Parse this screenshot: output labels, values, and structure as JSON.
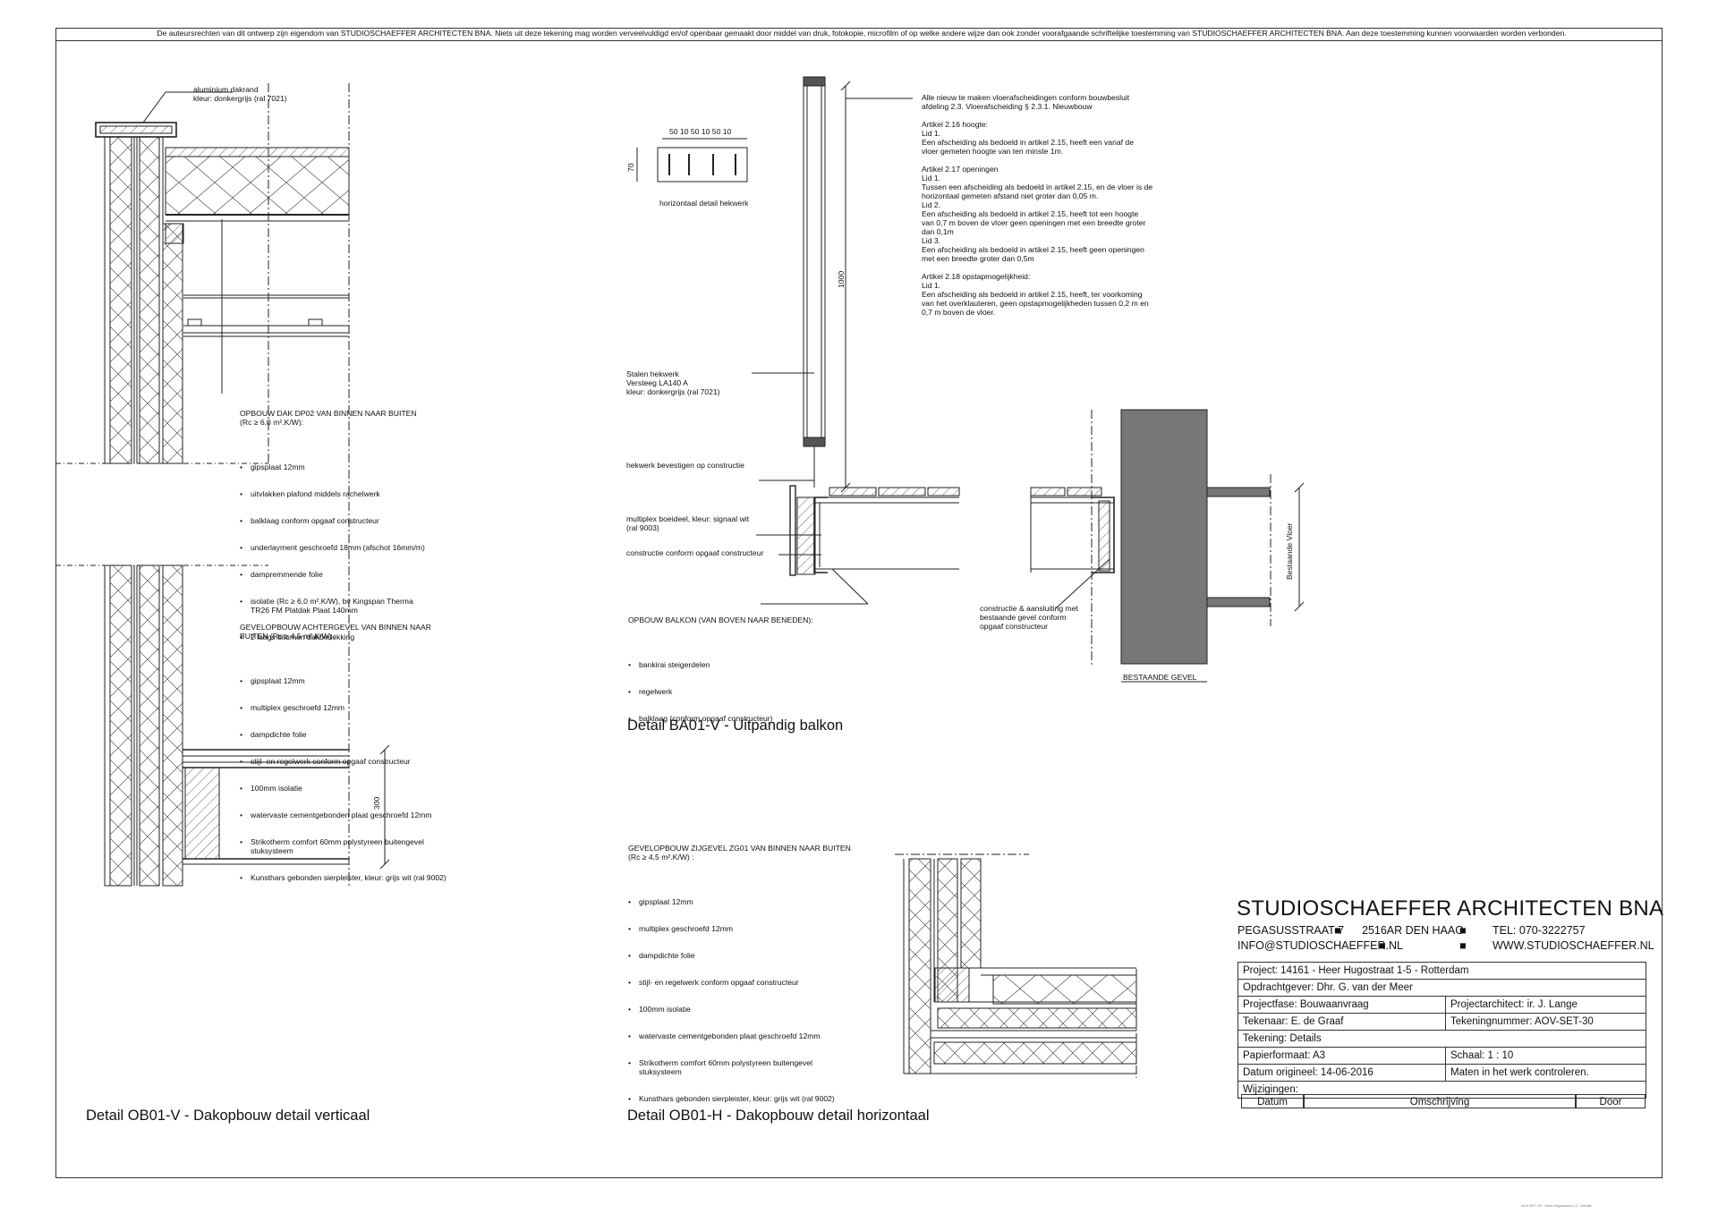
{
  "copyright": "De auteursrechten van dit ontwerp zijn eigendom van STUDIOSCHAEFFER ARCHITECTEN BNA. Niets uit deze tekening mag worden verveelvuldigd en/of openbaar gemaakt door middel van druk, fotokopie, microfilm of op welke andere wijze dan ook zonder voorafgaande schriftelijke toestemming van STUDIOSCHAEFFER ARCHITECTEN BNA. Aan deze toestemming kunnen voorwaarden worden verbonden.",
  "detail_ob01v": {
    "label_dakrand": "aluminium dakrand\nkleur: donkergrijs (ral 7021)",
    "roof_heading": "OPBOUW DAK DP02 VAN BINNEN NAAR BUITEN\n(Rc ≥ 6,0 m².K/W):",
    "roof_layers": [
      "gipsplaat 12mm",
      "uitvlakken plafond middels rachelwerk",
      "balklaag conform opgaaf constructeur",
      "underlayment geschroefd 18mm (afschot 16mm/m)",
      "dampremmende folie",
      "isolatie (Rc ≥ 6,0 m².K/W), bv Kingspan Therma\nTR26 FM Platdak Plaat 140mm",
      "2 laags bitumen dakbedekking"
    ],
    "wall_heading": "GEVELOPBOUW ACHTERGEVEL VAN BINNEN NAAR\nBUITEN (Rc ≥ 4,5 m².K/W) :",
    "wall_layers": [
      "gipsplaat 12mm",
      "multiplex geschroefd 12mm",
      "dampdichte folie",
      "stijl- en regelwerk conform opgaaf constructeur",
      "100mm isolatie",
      "watervaste cementgebonden plaat geschroefd 12mm",
      "Strikotherm comfort 60mm polystyreen buitengevel\nstuksysteem",
      "Kunsthars gebonden sierpleister, kleur: grijs wit (ral 9002)"
    ],
    "dim_300": "300",
    "title": "Detail OB01-V - Dakopbouw detail verticaal"
  },
  "detail_ba01v": {
    "dims_top": "50 10 50 10 50 10",
    "dim_70": "70",
    "caption_hekwerk": "horizontaal detail hekwerk",
    "dim_1000": "1000",
    "regulation_text": "Alle nieuw te maken vloerafscheidingen conform bouwbesluit\nafdeling 2.3. Vloerafscheiding § 2.3.1. Nieuwbouw\n\nArtikel 2.16 hoogte:\nLid 1.\nEen afscheiding als bedoeld in artikel 2.15, heeft een vanaf de\nvloer gemeten hoogte van ten minste 1m.\n\nArtikel 2.17 openingen\nLid 1.\nTussen een afscheiding als bedoeld in artikel 2.15, en de vloer is de\nhorizontaal gemeten afstand niet groter dan 0,05 m.\nLid 2.\nEen afscheiding als bedoeld in artikel 2.15, heeft tot een hoogte\nvan 0,7 m boven de vloer geen openingen met een breedte groter\ndan 0,1m\nLid 3.\nEen afscheiding als bedoeld in artikel 2.15, heeft geen openingen\nmet een breedte groter dan 0,5m\n\nArtikel 2.18 opstapmogelijkheid:\nLid 1.\nEen afscheiding als bedoeld in artikel 2.15, heeft, ter voorkoming\nvan het overklauteren, geen opstapmogelijkheden tussen 0,2 m en\n0,7 m boven de vloer.",
    "label_hekwerk": "Stalen hekwerk\nVersteeg LA140 A\nkleur: donkergrijs (ral 7021)",
    "label_bevestigen": "hekwerk bevestigen op constructie",
    "label_boeideel": "multiplex boeideel, kleur: signaal wit\n(ral 9003)",
    "label_constructie": "constructie conform opgaaf constructeur",
    "balkon_heading": "OPBOUW BALKON (VAN BOVEN NAAR BENEDEN):",
    "balkon_layers": [
      "bankirai steigerdelen",
      "regelwerk",
      "balklaag (conform opgaaf constructeur)"
    ],
    "label_aansluiting": "constructie & aansluiting met\nbestaande gevel conform\nopgaaf constructeur",
    "label_bestaande_vloer": "Bestaande Vloer",
    "label_bestaande_gevel": "BESTAANDE GEVEL",
    "title": "Detail BA01-V - Uitpandig balkon"
  },
  "detail_ob01h": {
    "heading": "GEVELOPBOUW ZIJGEVEL ZG01 VAN BINNEN NAAR BUITEN\n(Rc ≥ 4,5 m².K/W) :",
    "layers": [
      "gipsplaat 12mm",
      "multiplex geschroefd 12mm",
      "dampdichte folie",
      "stijl- en regelwerk conform opgaaf constructeur",
      "100mm isolatie",
      "watervaste cementgebonden plaat geschroefd 12mm",
      "Strikotherm comfort 60mm polystyreen buitengevel\nstuksysteem",
      "Kunsthars gebonden sierpleister, kleur: grijs wit (ral 9002)"
    ],
    "title": "Detail OB01-H - Dakopbouw detail horizontaal"
  },
  "title_block": {
    "company": "STUDIOSCHAEFFER ARCHITECTEN BNA",
    "street": "PEGASUSSTRAAT 7",
    "city": "2516AR DEN HAAG",
    "phone": "TEL: 070-3222757",
    "email": "INFO@STUDIOSCHAEFFER.NL",
    "web": "WWW.STUDIOSCHAEFFER.NL",
    "project": "Project: 14161 - Heer Hugostraat 1-5 - Rotterdam",
    "client": "Opdrachtgever: Dhr. G. van der Meer",
    "phase": "Projectfase: Bouwaanvraag",
    "architect": "Projectarchitect: ir. J. Lange",
    "drafter": "Tekenaar: E. de Graaf",
    "drawing_no": "Tekeningnummer:  AOV-SET-30",
    "drawing": "Tekening: Details",
    "paper": "Papierformaat: A3",
    "scale": "Schaal:  1 : 10",
    "date": "Datum origineel: 14-06-2016",
    "check": "Maten in het werk controleren.",
    "changes": "Wijzigingen:",
    "col_date": "Datum",
    "col_desc": "Omschrijving",
    "col_by": "Door"
  },
  "footer_tiny": "AOV-SET-30 · Heer Hugostraat 1-5 · Details"
}
